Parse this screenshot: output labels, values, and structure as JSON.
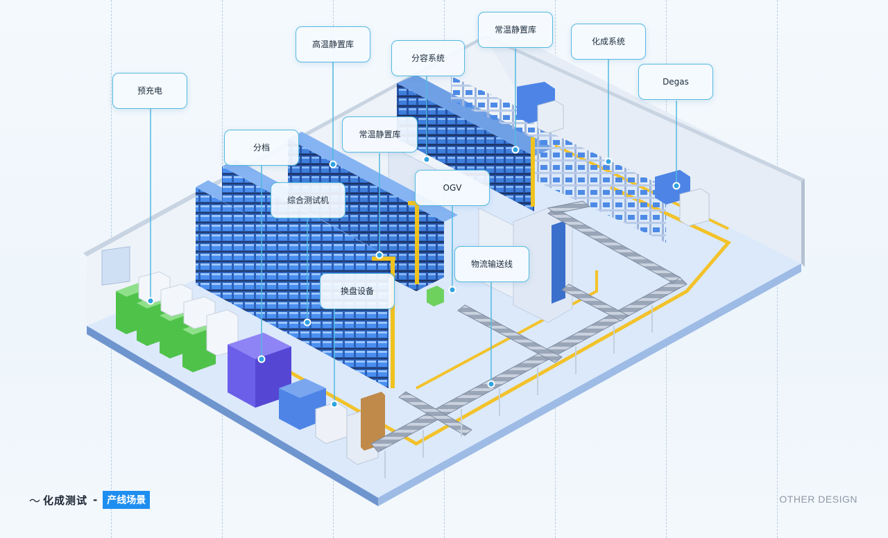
{
  "callouts": {
    "precharge": "预充电",
    "grading": "分档",
    "high_temp_static": "高温静置库",
    "capacity_system": "分容系统",
    "normal_temp_static_top": "常温静置库",
    "formation_system": "化成系统",
    "degas": "Degas",
    "normal_temp_static_mid": "常温静置库",
    "ogv": "OGV",
    "integrated_tester": "综合测试机",
    "logistics_line": "物流输送线",
    "tray_changer": "换盘设备"
  },
  "footer": {
    "wave": "〜",
    "title": "化成测试",
    "dash": "-",
    "tag": "产线场景",
    "brand": "OTHER DESIGN"
  },
  "colors": {
    "accent": "#1e8ef0",
    "callout_border": "#52b9e0",
    "rack_blue": "#3f7fdc",
    "floor": "#d9e8fb",
    "yellow_line": "#f3c22a",
    "green_unit": "#4fc24a",
    "purple_unit": "#6b5ee8"
  }
}
